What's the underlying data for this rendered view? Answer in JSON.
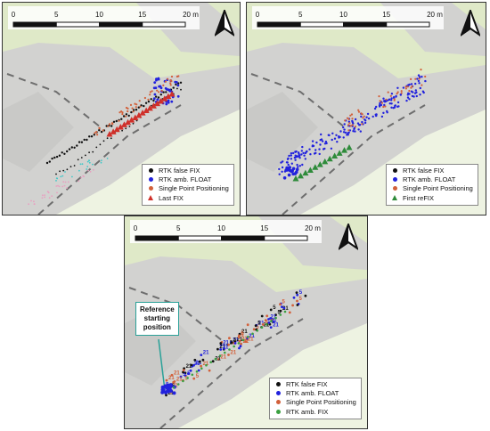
{
  "colors": {
    "map_bg": "#eef3e2",
    "road": "#d2d2d0",
    "green_area": "#dfe9c8",
    "dash": "#6e6e6e",
    "rtk_false_fix": "#111111",
    "rtk_amb_float": "#2222dd",
    "single_point": "#d2603a",
    "last_fix": "#d0302a",
    "first_refix": "#2e8b3a",
    "rtk_amb_fix": "#3aa040",
    "callout_border": "#2aa198"
  },
  "scale_bar": {
    "ticks": [
      "0",
      "5",
      "10",
      "15",
      "20 m"
    ]
  },
  "north_arrow": {
    "icon": "north-arrow-icon"
  },
  "panels": [
    {
      "id": "top-left",
      "legend": [
        {
          "label": "RTK false FIX",
          "symbol": "dot",
          "color": "#111111"
        },
        {
          "label": "RTK amb. FLOAT",
          "symbol": "dot",
          "color": "#2222dd"
        },
        {
          "label": "Single Point Positioning",
          "symbol": "dot",
          "color": "#d2603a"
        },
        {
          "label": "Last FIX",
          "symbol": "triangle",
          "color": "#d0302a"
        }
      ]
    },
    {
      "id": "top-right",
      "legend": [
        {
          "label": "RTK false FIX",
          "symbol": "dot",
          "color": "#111111"
        },
        {
          "label": "RTK amb. FLOAT",
          "symbol": "dot",
          "color": "#2222dd"
        },
        {
          "label": "Single Point Positioning",
          "symbol": "dot",
          "color": "#d2603a"
        },
        {
          "label": "First reFIX",
          "symbol": "triangle",
          "color": "#2e8b3a"
        }
      ]
    },
    {
      "id": "bottom",
      "legend": [
        {
          "label": "RTK false FIX",
          "symbol": "dot",
          "color": "#111111"
        },
        {
          "label": "RTK amb. FLOAT",
          "symbol": "dot",
          "color": "#2222dd"
        },
        {
          "label": "Single Point Positioning",
          "symbol": "dot",
          "color": "#d2603a"
        },
        {
          "label": "RTK amb. FIX",
          "symbol": "dot",
          "color": "#3aa040"
        }
      ],
      "callout": {
        "line1": "Reference",
        "line2": "starting",
        "line3": "position"
      },
      "point_labels": [
        "21",
        "5"
      ]
    }
  ]
}
